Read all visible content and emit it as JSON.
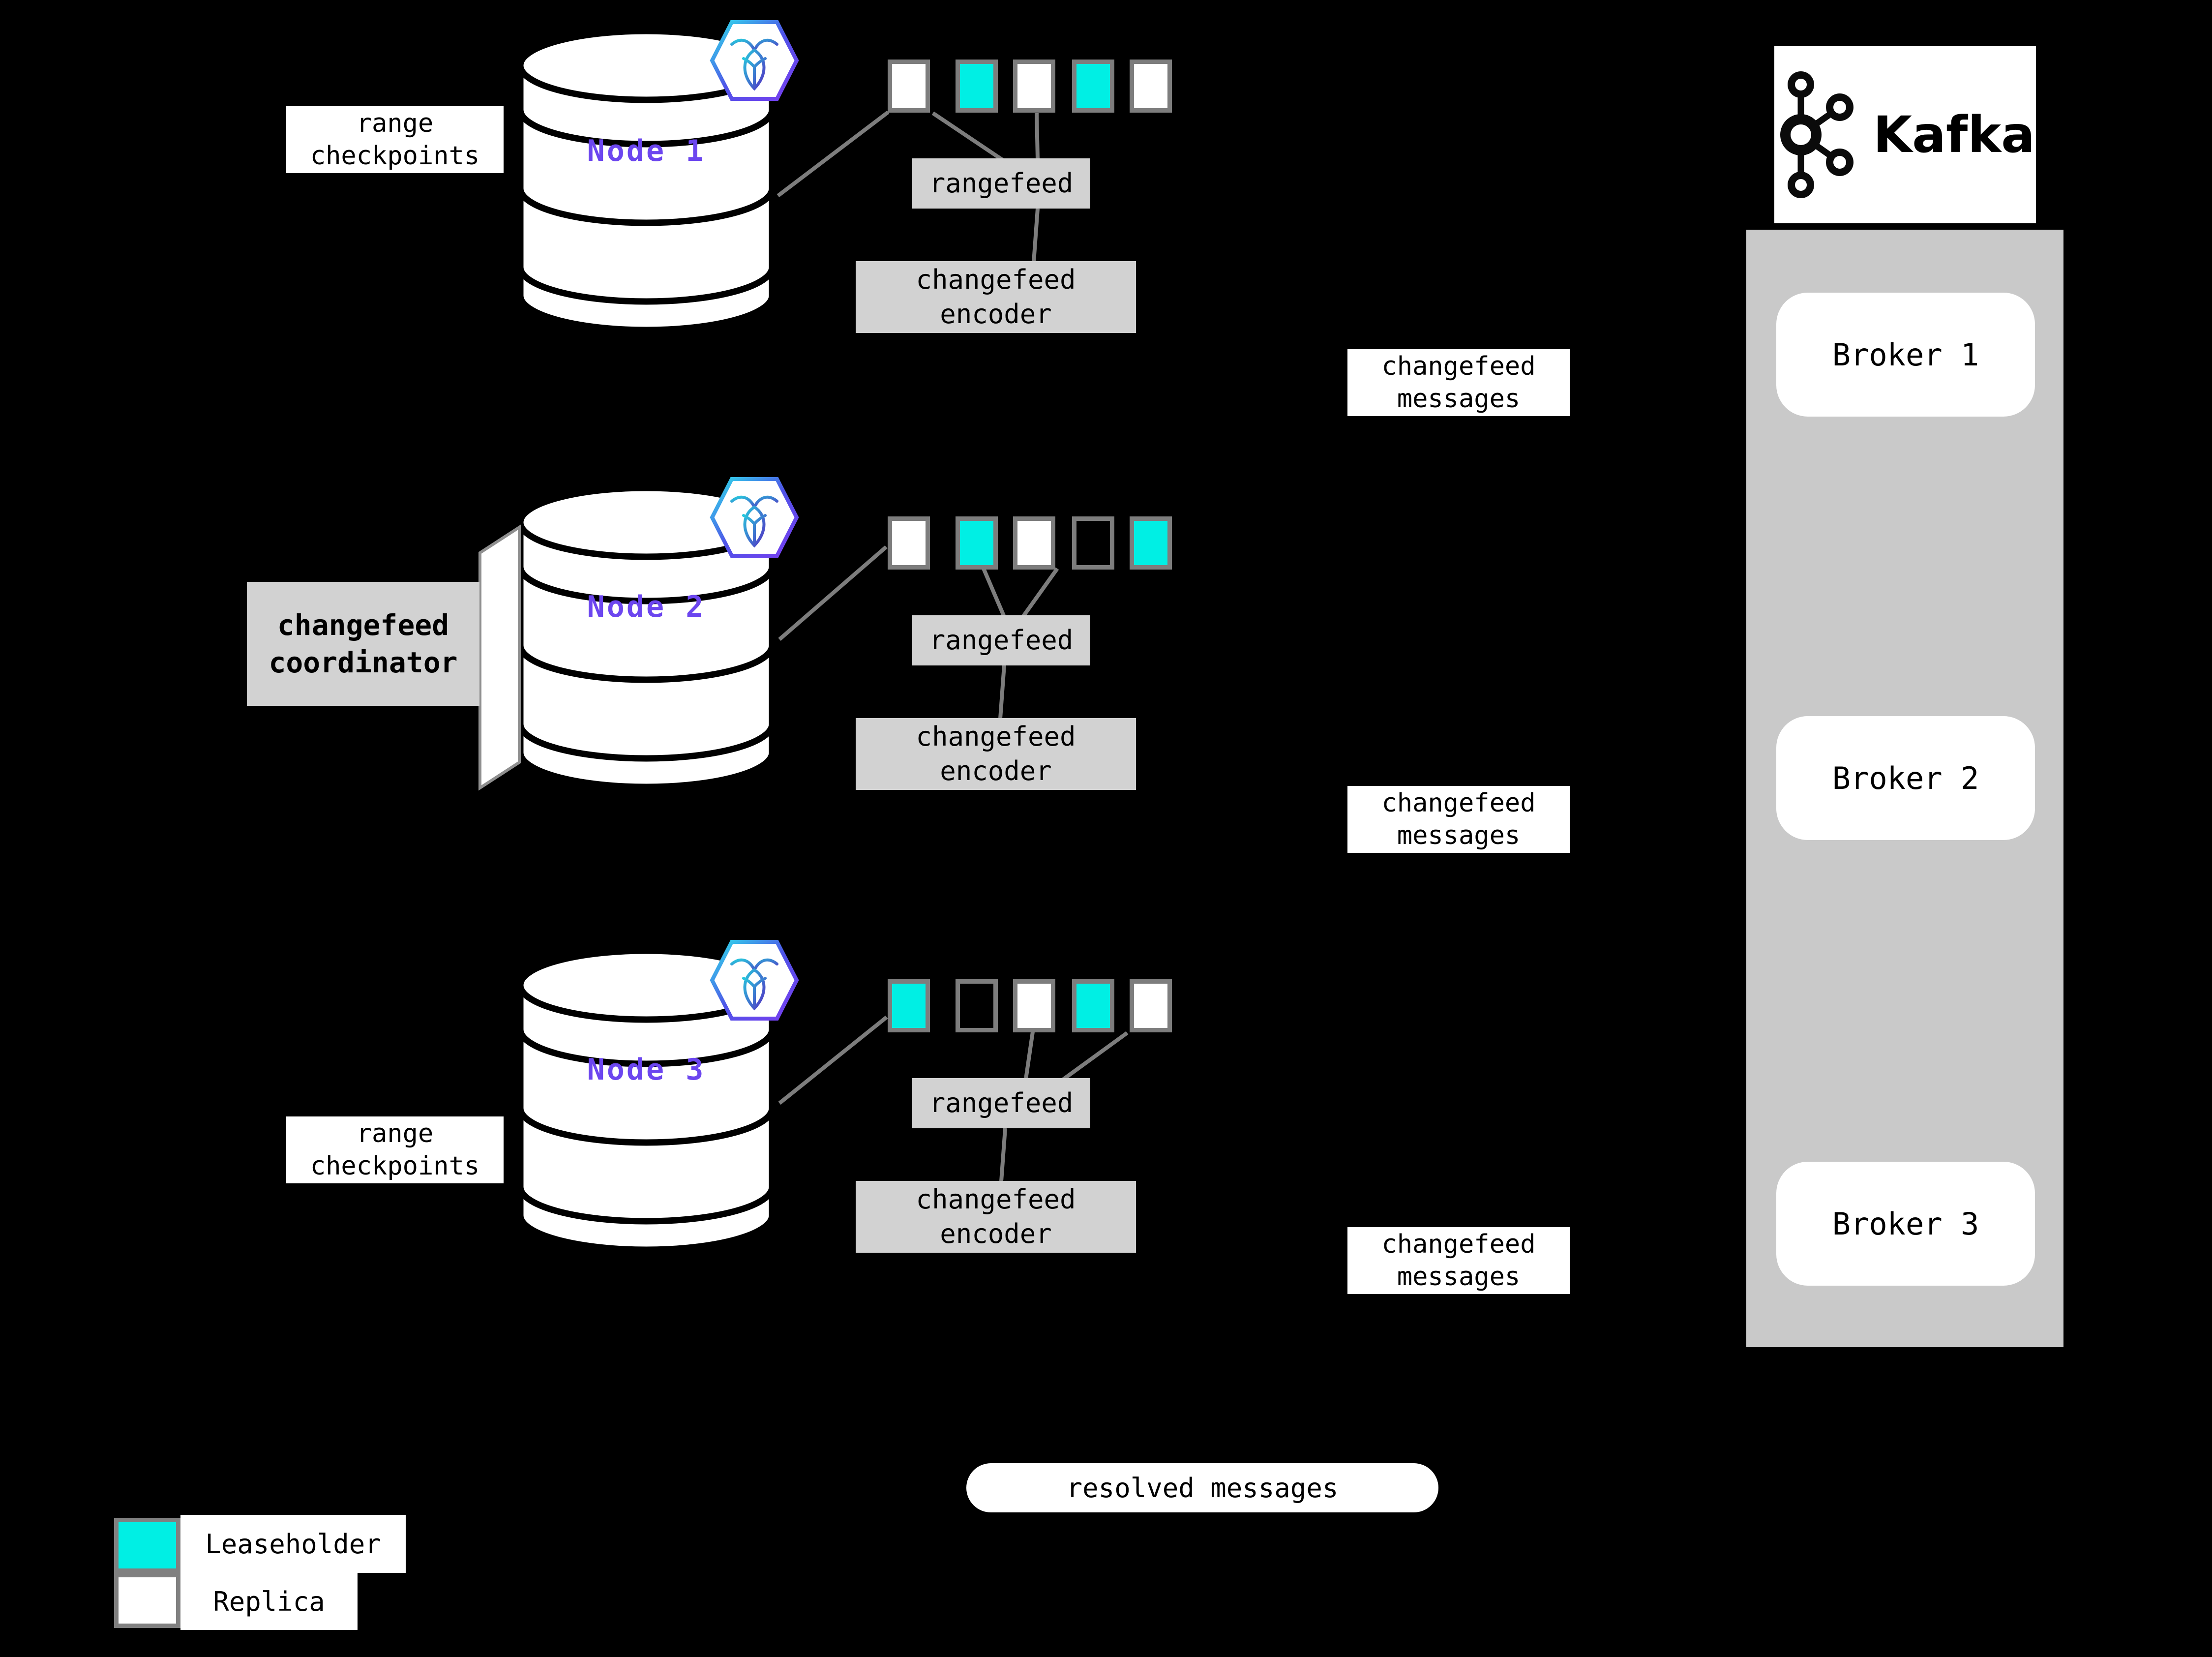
{
  "colors": {
    "background": "#000000",
    "leaseholder": "#00efe4",
    "replica": "#ffffff",
    "empty": "transparent",
    "box_gray": "#d2d2d2",
    "container_gray": "#c9c9c9",
    "border_gray": "#7d7d7d",
    "connector_gray": "#7d7d7d",
    "node_label_purple": "#6c46ef",
    "text_black": "#000000"
  },
  "checkpoints_top": {
    "line1": "range",
    "line2": "checkpoints"
  },
  "checkpoints_bottom": {
    "line1": "range",
    "line2": "checkpoints"
  },
  "coordinator": {
    "line1": "changefeed",
    "line2": "coordinator"
  },
  "resolved_pill": {
    "label": "resolved messages"
  },
  "nodes": [
    {
      "label": "Node 1",
      "rangefeed_label": "rangefeed",
      "encoder_line1": "changefeed",
      "encoder_line2": "encoder",
      "messages_line1": "changefeed",
      "messages_line2": "messages",
      "squares": [
        "replica",
        "leaseholder",
        "replica",
        "leaseholder",
        "replica"
      ]
    },
    {
      "label": "Node 2",
      "rangefeed_label": "rangefeed",
      "encoder_line1": "changefeed",
      "encoder_line2": "encoder",
      "messages_line1": "changefeed",
      "messages_line2": "messages",
      "squares": [
        "replica",
        "leaseholder",
        "replica",
        "empty",
        "leaseholder"
      ]
    },
    {
      "label": "Node 3",
      "rangefeed_label": "rangefeed",
      "encoder_line1": "changefeed",
      "encoder_line2": "encoder",
      "messages_line1": "changefeed",
      "messages_line2": "messages",
      "squares": [
        "leaseholder",
        "empty",
        "replica",
        "leaseholder",
        "replica"
      ]
    }
  ],
  "kafka": {
    "wordmark": "Kafka",
    "brokers": [
      {
        "label": "Broker 1"
      },
      {
        "label": "Broker 2"
      },
      {
        "label": "Broker 3"
      }
    ]
  },
  "legend": {
    "items": [
      {
        "label": "Leaseholder",
        "type": "leaseholder"
      },
      {
        "label": "Replica",
        "type": "replica"
      }
    ]
  }
}
